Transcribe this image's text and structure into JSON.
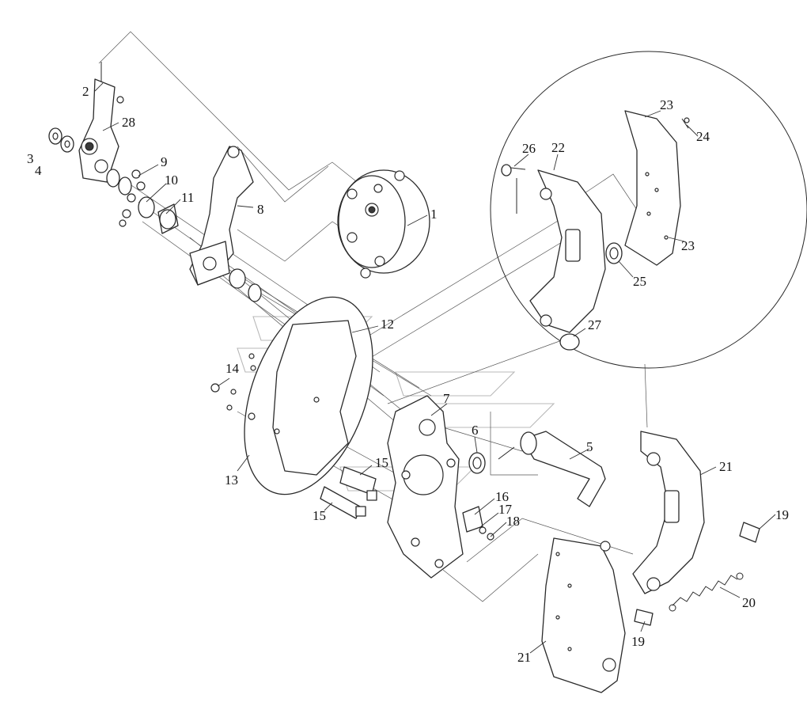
{
  "callouts": [
    {
      "id": "c1",
      "text": "1"
    },
    {
      "id": "c2",
      "text": "2"
    },
    {
      "id": "c3",
      "text": "3"
    },
    {
      "id": "c4",
      "text": "4"
    },
    {
      "id": "c5",
      "text": "5"
    },
    {
      "id": "c6",
      "text": "6"
    },
    {
      "id": "c7",
      "text": "7"
    },
    {
      "id": "c8",
      "text": "8"
    },
    {
      "id": "c9",
      "text": "9"
    },
    {
      "id": "c10",
      "text": "10"
    },
    {
      "id": "c11",
      "text": "11"
    },
    {
      "id": "c12",
      "text": "12"
    },
    {
      "id": "c13",
      "text": "13"
    },
    {
      "id": "c14",
      "text": "14"
    },
    {
      "id": "c15a",
      "text": "15"
    },
    {
      "id": "c15b",
      "text": "15"
    },
    {
      "id": "c16",
      "text": "16"
    },
    {
      "id": "c17",
      "text": "17"
    },
    {
      "id": "c18",
      "text": "18"
    },
    {
      "id": "c19a",
      "text": "19"
    },
    {
      "id": "c19b",
      "text": "19"
    },
    {
      "id": "c20",
      "text": "20"
    },
    {
      "id": "c21a",
      "text": "21"
    },
    {
      "id": "c21b",
      "text": "21"
    },
    {
      "id": "c22",
      "text": "22"
    },
    {
      "id": "c23a",
      "text": "23"
    },
    {
      "id": "c23b",
      "text": "23"
    },
    {
      "id": "c24",
      "text": "24"
    },
    {
      "id": "c25",
      "text": "25"
    },
    {
      "id": "c26",
      "text": "26"
    },
    {
      "id": "c27",
      "text": "27"
    },
    {
      "id": "c28",
      "text": "28"
    }
  ],
  "colors": {
    "line": "#2a2a2a",
    "background": "#ffffff",
    "watermark": "#b8b8b8"
  }
}
